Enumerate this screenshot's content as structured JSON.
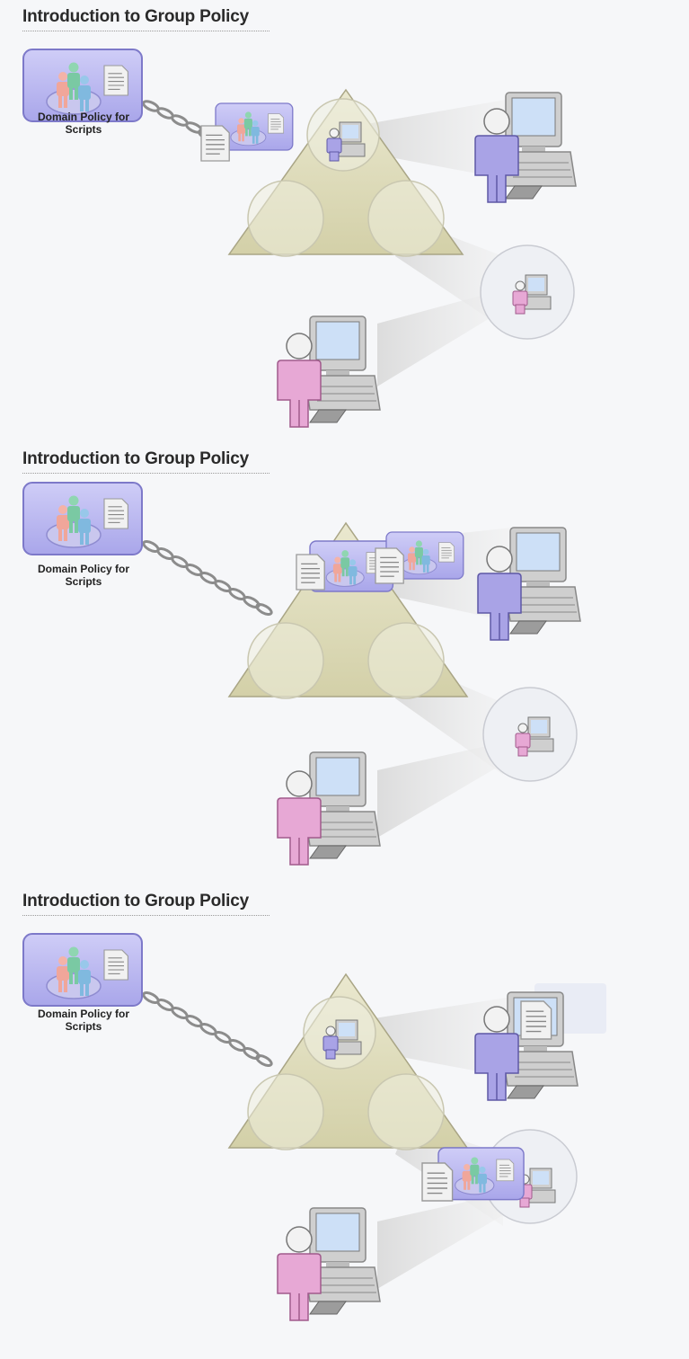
{
  "frames": [
    {
      "title": "Introduction to Group Policy",
      "gpo_label_line1": "Domain Policy for",
      "gpo_label_line2": "Scripts"
    },
    {
      "title": "Introduction to Group Policy",
      "gpo_label_line1": "Domain Policy for",
      "gpo_label_line2": "Scripts"
    },
    {
      "title": "Introduction to Group Policy",
      "gpo_label_line1": "Domain Policy for",
      "gpo_label_line2": "Scripts"
    }
  ],
  "colors": {
    "background": "#f6f7f9",
    "gpo_card": "#b9b6ef",
    "domain_triangle": "#dcd9b6",
    "user_blue": "#a9a3e6",
    "user_pink": "#e7a8d5",
    "person_red": "#f0a69a",
    "person_green": "#7ac9a3",
    "person_blue": "#80b9df"
  }
}
